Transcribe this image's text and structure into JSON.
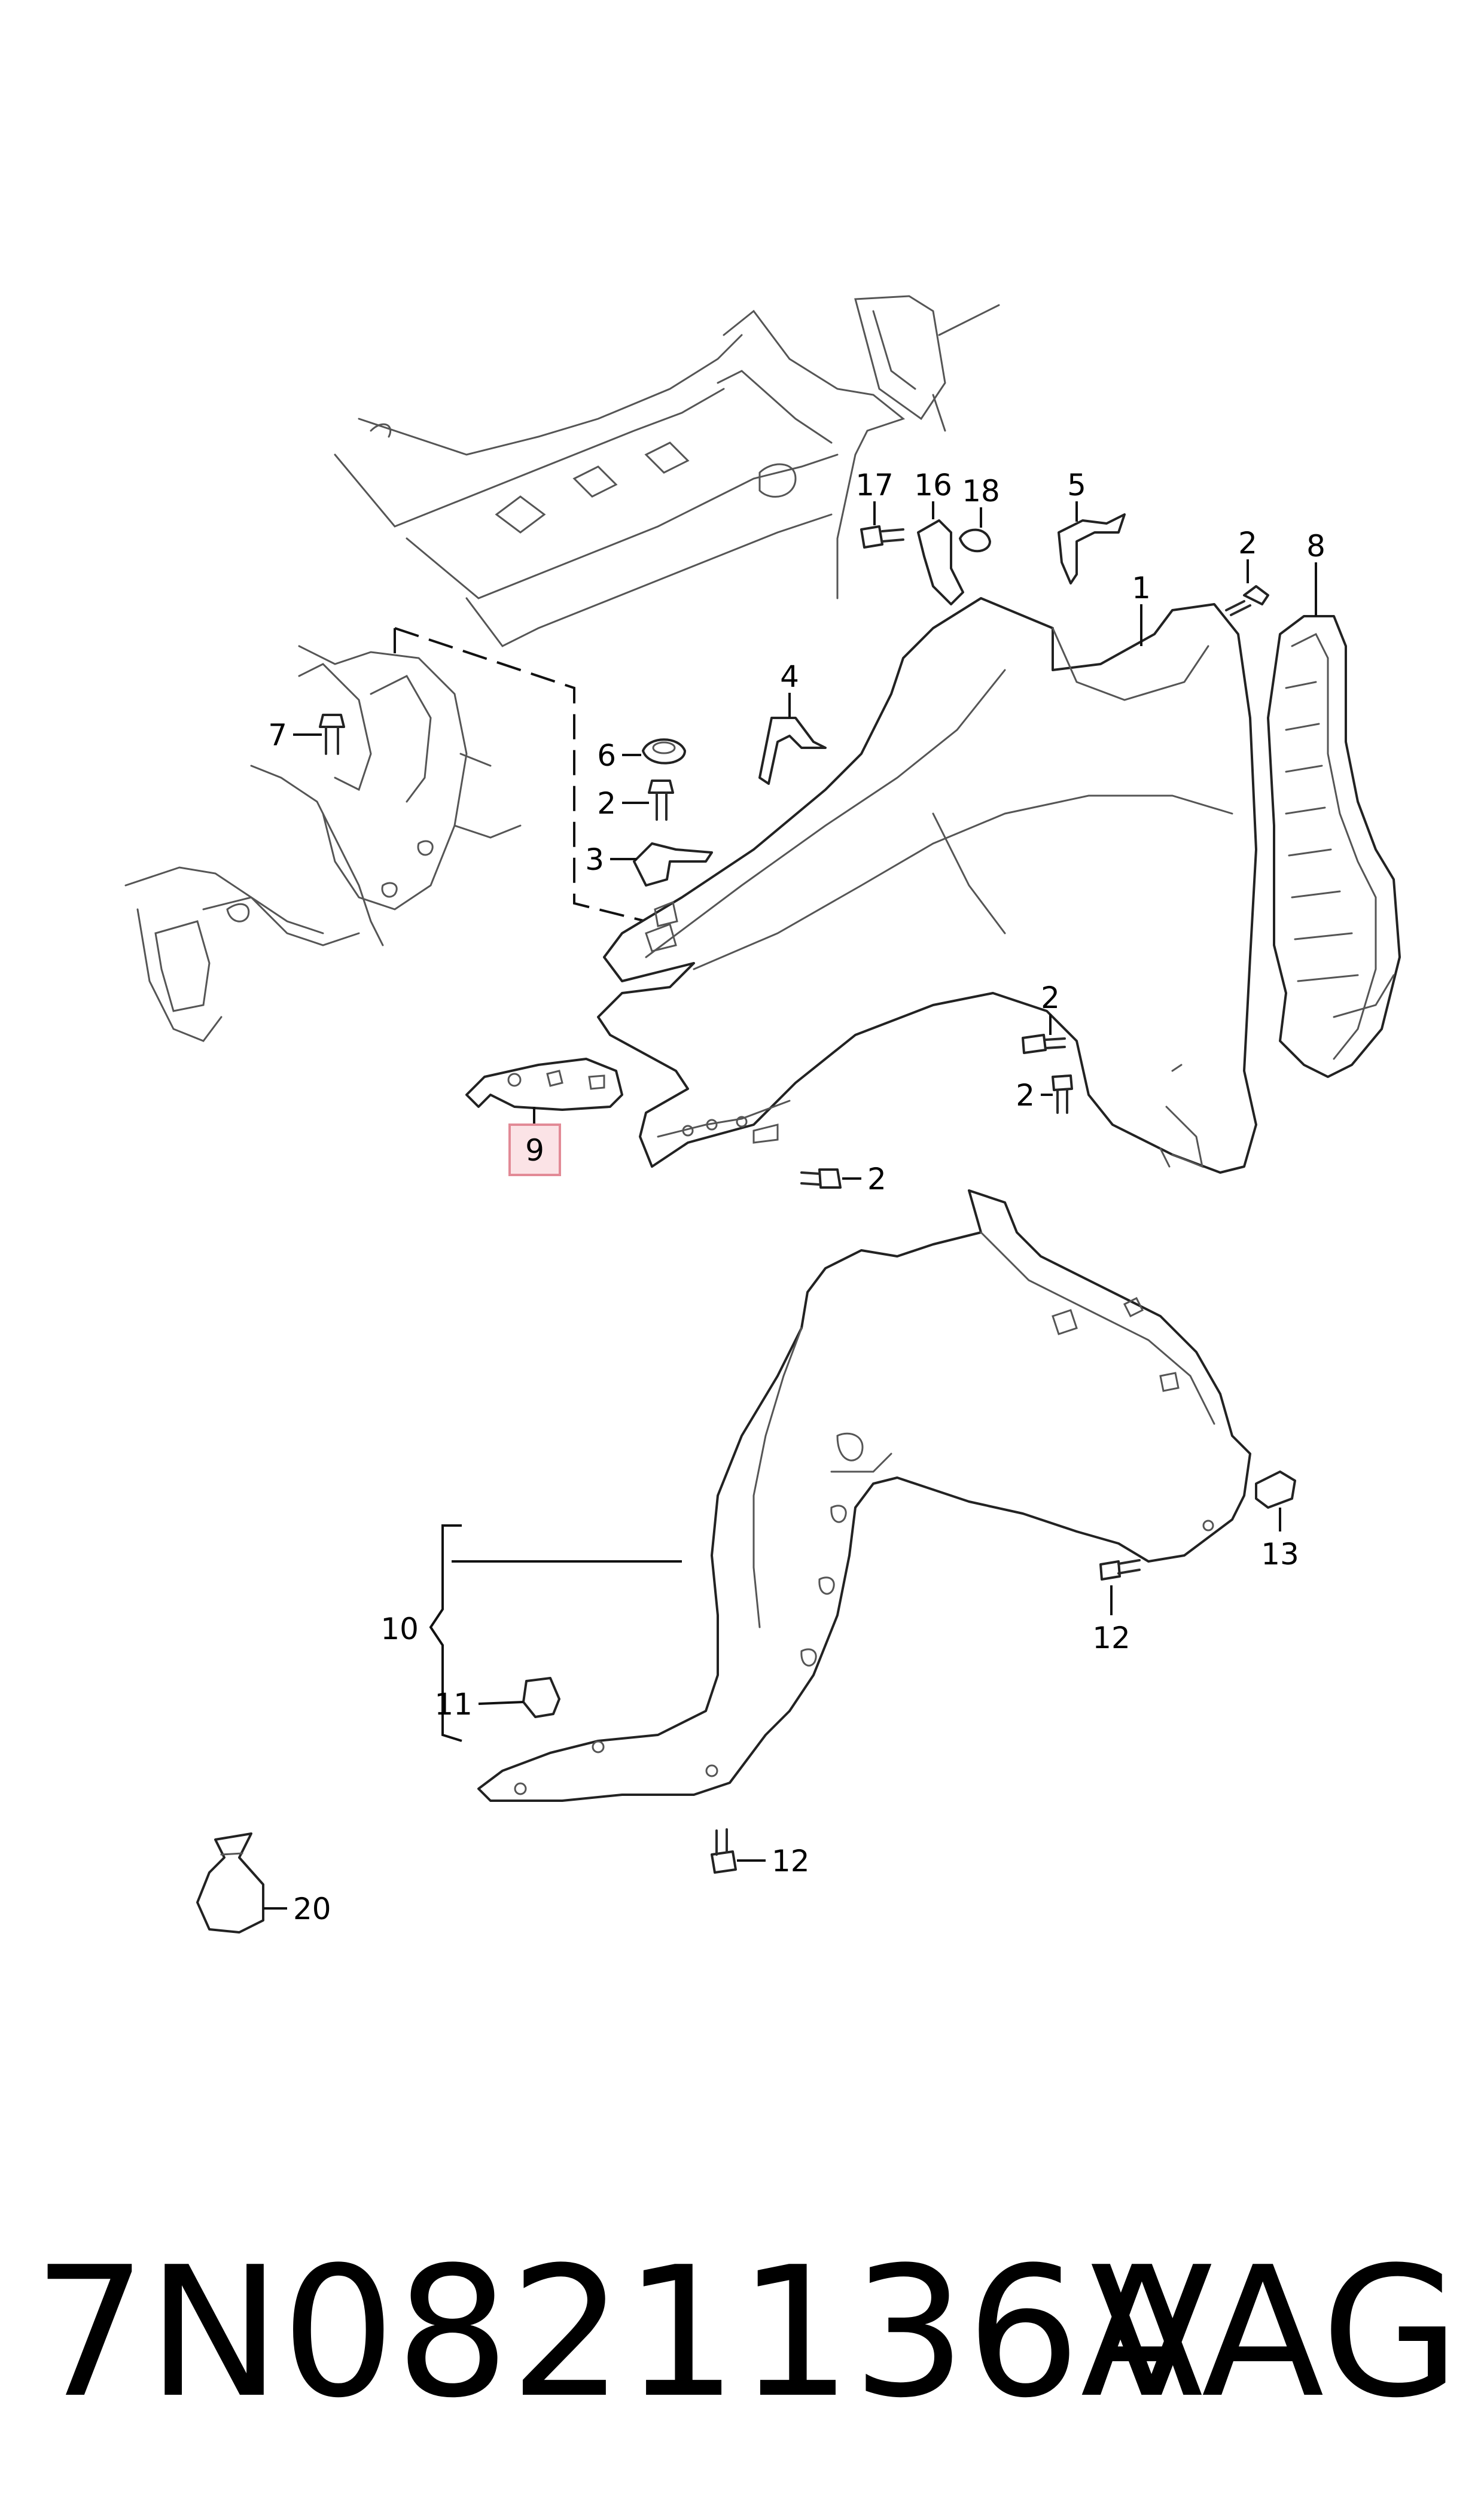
{
  "callouts": {
    "c1": "1",
    "c2a": "2",
    "c2b": "2",
    "c2c": "2",
    "c2d": "2",
    "c2e": "2",
    "c3": "3",
    "c4": "4",
    "c5": "5",
    "c6": "6",
    "c7": "7",
    "c8": "8",
    "c9": "9",
    "c10": "10",
    "c11": "11",
    "c12a": "12",
    "c12b": "12",
    "c13": "13",
    "c16": "16",
    "c17": "17",
    "c18": "18",
    "c20": "20"
  },
  "highlighted_part": "9",
  "footer": {
    "part_number": "7N0821136A",
    "brand": "VAG"
  }
}
